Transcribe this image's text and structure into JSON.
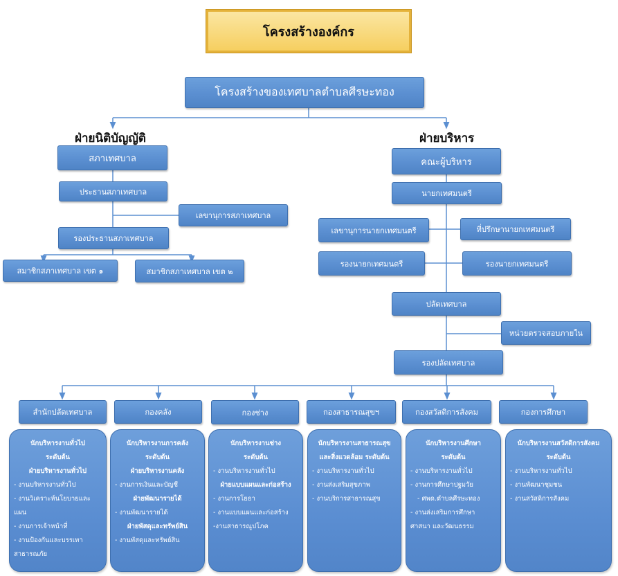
{
  "title": "โครงสร้างองค์กร",
  "root": "โครงสร้างของเทศบาลตำบลศีรษะทอง",
  "legislative": {
    "heading": "ฝ่ายนิติบัญญัติ",
    "council": "สภาเทศบาล",
    "chair": "ประธานสภาเทศบาล",
    "secretary": "เลขานุการสภาเทศบาล",
    "vice_chair": "รองประธานสภาเทศบาล",
    "member1": "สมาชิกสภาเทศบาล เขต ๑",
    "member2": "สมาชิกสภาเทศบาล เขต ๒"
  },
  "executive": {
    "heading": "ฝ่ายบริหาร",
    "board": "คณะผู้บริหาร",
    "mayor": "นายกเทศมนตรี",
    "mayor_secretary": "เลขานุการนายกเทศมนตรี",
    "advisor": "ที่ปรึกษานายกเทศมนตรี",
    "deputy_left": "รองนายกเทศมนตรี",
    "deputy_right": "รองนายกเทศมนตรี",
    "clerk": "ปลัดเทศบาล",
    "audit": "หน่วยตรวจสอบภายใน",
    "deputy_clerk": "รองปลัดเทศบาล"
  },
  "departments": [
    {
      "name": "สำนักปลัดเทศบาล",
      "lines": [
        {
          "t": "นักบริหารงานทั่วไป",
          "b": true
        },
        {
          "t": "ระดับต้น",
          "b": true
        },
        {
          "t": "ฝ่ายบริหารงานทั่วไป",
          "b": true
        },
        {
          "t": "- งานบริหารงานทั่วไป",
          "b": false
        },
        {
          "t": "- งานวิเคราะห์นโยบายและ",
          "b": false
        },
        {
          "t": "แผน",
          "b": false
        },
        {
          "t": "- งานการเจ้าหน้าที่",
          "b": false
        },
        {
          "t": "- งานป้องกันและบรรเทา",
          "b": false
        },
        {
          "t": "สาธารณภัย",
          "b": false
        }
      ]
    },
    {
      "name": "กองคลัง",
      "lines": [
        {
          "t": "นักบริหารงานการคลัง",
          "b": true
        },
        {
          "t": "ระดับต้น",
          "b": true
        },
        {
          "t": "ฝ่ายบริหารงานคลัง",
          "b": true
        },
        {
          "t": "- งานการเงินและบัญชี",
          "b": false
        },
        {
          "t": "ฝ่ายพัฒนารายได้",
          "b": true
        },
        {
          "t": "- งานพัฒนารายได้",
          "b": false
        },
        {
          "t": "ฝ่ายพัสดุและทรัพย์สิน",
          "b": true
        },
        {
          "t": "- งานพัสดุและทรัพย์สิน",
          "b": false
        }
      ]
    },
    {
      "name": "กองช่าง",
      "lines": [
        {
          "t": "นักบริหารงานช่าง",
          "b": true
        },
        {
          "t": "ระดับต้น",
          "b": true
        },
        {
          "t": "- งานบริหารงานทั่วไป",
          "b": false
        },
        {
          "t": "ฝ่ายแบบแผนและก่อสร้าง",
          "b": true
        },
        {
          "t": "- งานการโยธา",
          "b": false
        },
        {
          "t": "- งานแบบแผนและก่อสร้าง",
          "b": false
        },
        {
          "t": "-งานสาธารณูปโภค",
          "b": false
        }
      ]
    },
    {
      "name": "กองสาธารณสุขฯ",
      "lines": [
        {
          "t": "นักบริหารงานสาธารณสุข",
          "b": true
        },
        {
          "t": "และสิ่งแวดล้อม ระดับต้น",
          "b": true
        },
        {
          "t": "- งานบริหารงานทั่วไป",
          "b": false
        },
        {
          "t": "- งานส่งเสริมสุขภาพ",
          "b": false
        },
        {
          "t": "- งานบริการสาธารณสุข",
          "b": false
        }
      ]
    },
    {
      "name": "กองสวัสดิการสังคม",
      "lines": [
        {
          "t": "นักบริหารงานศึกษา",
          "b": true
        },
        {
          "t": "ระดับต้น",
          "b": true
        },
        {
          "t": "- งานบริหารงานทั่วไป",
          "b": false
        },
        {
          "t": "- งานการศึกษาปฐมวัย",
          "b": false
        },
        {
          "t": "- ศพด.ตำบลศีรษะทอง",
          "b": false
        },
        {
          "t": "- งานส่งเสริมการศึกษา",
          "b": false
        },
        {
          "t": "ศาสนา และวัฒนธรรม",
          "b": false
        }
      ]
    },
    {
      "name": "กองการศึกษา",
      "lines": [
        {
          "t": "นักบริหารงานสวัสดิการสังคม",
          "b": true
        },
        {
          "t": "ระดับต้น",
          "b": true
        },
        {
          "t": "- งานบริหารงานทั่วไป",
          "b": false
        },
        {
          "t": "- งานพัฒนาชุมชน",
          "b": false
        },
        {
          "t": "- งานสวัสดิการสังคม",
          "b": false
        }
      ]
    }
  ]
}
